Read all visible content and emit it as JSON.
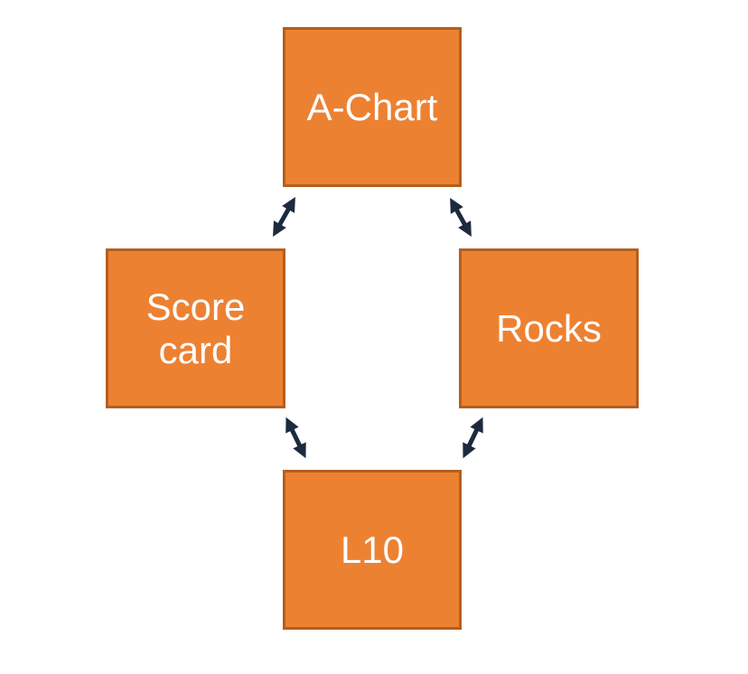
{
  "diagram": {
    "nodes": [
      {
        "id": "a-chart",
        "label": "A-Chart"
      },
      {
        "id": "scorecard",
        "label": "Score\ncard"
      },
      {
        "id": "rocks",
        "label": "Rocks"
      },
      {
        "id": "l10",
        "label": "L10"
      }
    ],
    "connections": [
      {
        "from": "scorecard",
        "to": "a-chart",
        "type": "bidirectional-arrow"
      },
      {
        "from": "a-chart",
        "to": "rocks",
        "type": "bidirectional-arrow"
      },
      {
        "from": "scorecard",
        "to": "l10",
        "type": "bidirectional-arrow"
      },
      {
        "from": "rocks",
        "to": "l10",
        "type": "bidirectional-arrow"
      }
    ]
  },
  "colors": {
    "node_fill": "#ed8132",
    "node_border": "#b35f1f",
    "node_text": "#ffffff",
    "arrow": "#1c2a3f",
    "background": "#ffffff"
  }
}
